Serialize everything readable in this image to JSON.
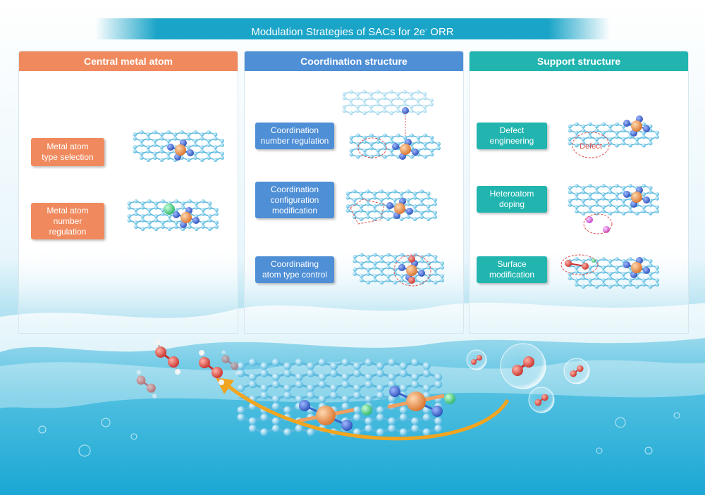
{
  "title": {
    "main": "Modulation Strategies of SACs for 2e",
    "sup": "-",
    "tail": " ORR"
  },
  "colors": {
    "orange": "#f08a5e",
    "blue": "#4f8fd6",
    "teal": "#22b5b0",
    "title": "#1aa4c8",
    "carbon": "#7fcbe8",
    "nitrogen": "#3a63c8",
    "metal": "#f0a060",
    "oxygen": "#e0504a",
    "arrow": "#f2a520"
  },
  "panels": [
    {
      "header": "Central metal atom",
      "labels": [
        "Metal atom\ntype selection",
        "Metal atom\nnumber\nregulation"
      ]
    },
    {
      "header": "Coordination structure",
      "labels": [
        "Coordination\nnumber regulation",
        "Coordination\nconfiguration\nmodification",
        "Coordinating\natom type control"
      ]
    },
    {
      "header": "Support structure",
      "labels": [
        "Defect\nengineering",
        "Heteroatom\ndoping",
        "Surface\nmodification"
      ]
    }
  ],
  "annotations": {
    "defect": "Defect"
  }
}
